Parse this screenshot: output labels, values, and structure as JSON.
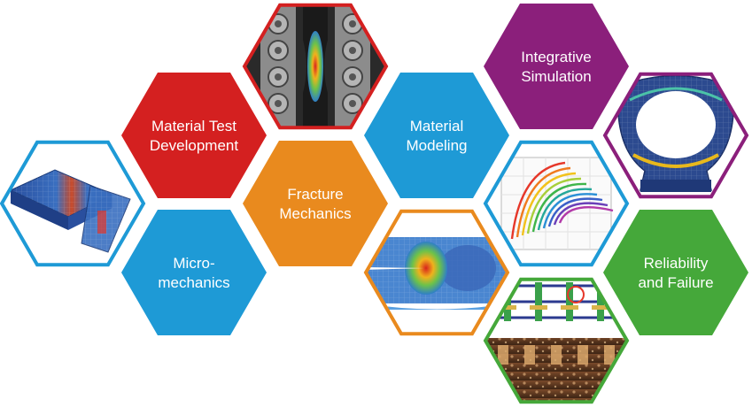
{
  "colors": {
    "red": "#d42020",
    "orange": "#e98a1e",
    "blue": "#1e9ad6",
    "purple": "#8b1f7b",
    "green": "#45a83a"
  },
  "hexagons": [
    {
      "id": "material-test-development",
      "kind": "label",
      "color_key": "red",
      "lines": [
        "Material Test",
        "Development"
      ]
    },
    {
      "id": "micro-mechanics",
      "kind": "label",
      "color_key": "blue",
      "lines": [
        "Micro-",
        "mechanics"
      ]
    },
    {
      "id": "fracture-mechanics",
      "kind": "label",
      "color_key": "orange",
      "lines": [
        "Fracture",
        "Mechanics"
      ]
    },
    {
      "id": "material-modeling",
      "kind": "label",
      "color_key": "blue",
      "lines": [
        "Material",
        "Modeling"
      ]
    },
    {
      "id": "integrative-simulation",
      "kind": "label",
      "color_key": "purple",
      "lines": [
        "Integrative",
        "Simulation"
      ]
    },
    {
      "id": "reliability-and-failure",
      "kind": "label",
      "color_key": "green",
      "lines": [
        "Reliability",
        "and Failure"
      ]
    },
    {
      "id": "fem-micro-mesh",
      "kind": "image",
      "color_key": "blue",
      "icon": "fem-mesh-icon"
    },
    {
      "id": "tensile-specimen",
      "kind": "image",
      "color_key": "red",
      "icon": "tensile-test-icon"
    },
    {
      "id": "crack-tip-field",
      "kind": "image",
      "color_key": "orange",
      "icon": "crack-tip-icon"
    },
    {
      "id": "stress-strain-curves",
      "kind": "image",
      "color_key": "blue",
      "icon": "curves-plot-icon"
    },
    {
      "id": "component-simulation",
      "kind": "image",
      "color_key": "purple",
      "icon": "component-fem-icon"
    },
    {
      "id": "electronics-reliability",
      "kind": "image",
      "color_key": "green",
      "icon": "circuit-cross-section-icon"
    }
  ]
}
